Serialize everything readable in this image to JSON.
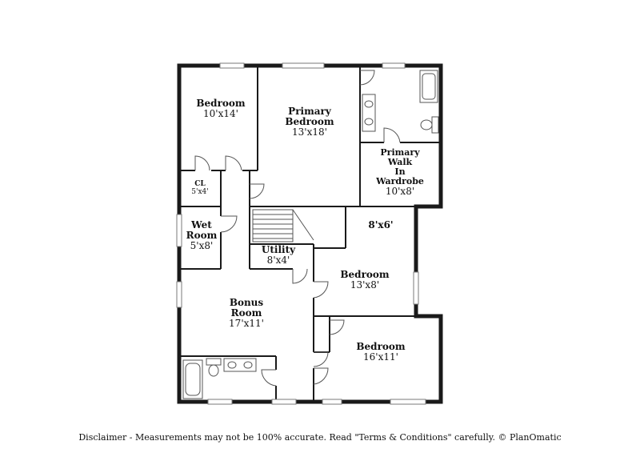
{
  "rooms": [
    {
      "id": "bedroom-nw",
      "name": "Bedroom",
      "dim": "10'x14'"
    },
    {
      "id": "primary-bedroom",
      "name": "Primary\nBedroom",
      "dim": "13'x18'"
    },
    {
      "id": "primary-walk-in",
      "name": "Primary\nWalk\nIn\nWardrobe",
      "dim": "10'x8'"
    },
    {
      "id": "closet",
      "name": "CL",
      "dim": "5'x4'"
    },
    {
      "id": "wet-room",
      "name": "Wet\nRoom",
      "dim": "5'x8'"
    },
    {
      "id": "utility",
      "name": "Utility",
      "dim": "8'x4'"
    },
    {
      "id": "room-8x6",
      "name": "",
      "dim": "8'x6'"
    },
    {
      "id": "bedroom-e",
      "name": "Bedroom",
      "dim": "13'x8'"
    },
    {
      "id": "bonus-room",
      "name": "Bonus\nRoom",
      "dim": "17'x11'"
    },
    {
      "id": "bedroom-se",
      "name": "Bedroom",
      "dim": "16'x11'"
    }
  ],
  "disclaimer": "Disclaimer - Measurements may not be 100% accurate. Read \"Terms & Conditions\" carefully. © PlanOmatic"
}
